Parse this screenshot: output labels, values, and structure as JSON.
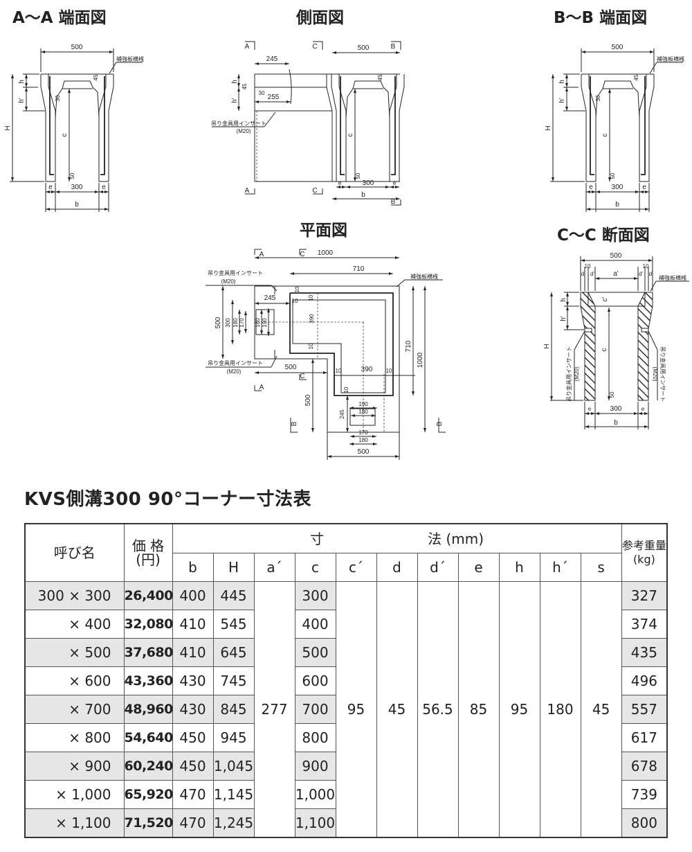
{
  "drawings": {
    "aa": {
      "title": "A～A 端面図",
      "labels": [
        "500",
        "補強板横桟",
        "h",
        "h'",
        "H",
        "c",
        "45",
        "30",
        "50",
        "e",
        "300",
        "e",
        "b"
      ]
    },
    "bb": {
      "title": "B～B 端面図",
      "labels": [
        "500",
        "補強板横桟",
        "h",
        "h'",
        "H",
        "c",
        "45",
        "30",
        "50",
        "e",
        "300",
        "e",
        "b"
      ]
    },
    "side": {
      "title": "側面図",
      "labels": [
        "A",
        "C",
        "B",
        "500",
        "245",
        "h",
        "45",
        "30",
        "255",
        "h'",
        "吊り金具用インサート",
        "(M20)",
        "c",
        "45",
        "50",
        "e",
        "300",
        "e",
        "b",
        "A",
        "C",
        "B"
      ]
    },
    "plan": {
      "title": "平面図",
      "labels": [
        "A",
        "C",
        "1000",
        "710",
        "補強板横桟",
        "吊り金具用インサート",
        "(M20)",
        "10",
        "10",
        "10",
        "245",
        "500",
        "300",
        "180",
        "170",
        "180",
        "190",
        "390",
        "10",
        "710",
        "1000",
        "吊り金具用インサート",
        "(M20)",
        "500",
        "10",
        "390",
        "10",
        "C",
        "A",
        "500",
        "10",
        "190",
        "180",
        "245",
        "B",
        "B",
        "170",
        "180",
        "500"
      ]
    },
    "cc": {
      "title": "C～C 断面図",
      "labels": [
        "500",
        "10",
        "10",
        "d",
        "d'",
        "a'",
        "d'",
        "d",
        "補強板横桟",
        "h",
        "c'",
        "h'",
        "H",
        "c",
        "吊り金具用インサート",
        "(M20)",
        "吊り金具用インサート",
        "(M20)",
        "50",
        "e",
        "300",
        "e",
        "b"
      ]
    }
  },
  "table": {
    "title": "KVS側溝300  90°コーナー寸法表",
    "headers": {
      "name": "呼び名",
      "price_1": "価 格",
      "price_2": "(円)",
      "dim_1": "寸",
      "dim_2": "法 (mm)",
      "weight_1": "参考重量",
      "weight_2": "(kg)",
      "cols": [
        "b",
        "H",
        "a´",
        "c",
        "c´",
        "d",
        "d´",
        "e",
        "h",
        "h´",
        "s"
      ]
    },
    "merged": {
      "a_prime": "277",
      "c_prime": "95",
      "d": "45",
      "d_prime": "56.5",
      "e": "85",
      "h": "95",
      "h_prime": "180",
      "s": "45"
    },
    "rows": [
      {
        "name": "300 × 300",
        "price": "26,400",
        "b": "400",
        "H": "445",
        "c": "300",
        "weight": "327"
      },
      {
        "name": "× 400",
        "price": "32,080",
        "b": "410",
        "H": "545",
        "c": "400",
        "weight": "374"
      },
      {
        "name": "× 500",
        "price": "37,680",
        "b": "410",
        "H": "645",
        "c": "500",
        "weight": "435"
      },
      {
        "name": "× 600",
        "price": "43,360",
        "b": "430",
        "H": "745",
        "c": "600",
        "weight": "496"
      },
      {
        "name": "× 700",
        "price": "48,960",
        "b": "430",
        "H": "845",
        "c": "700",
        "weight": "557"
      },
      {
        "name": "× 800",
        "price": "54,640",
        "b": "450",
        "H": "945",
        "c": "800",
        "weight": "617"
      },
      {
        "name": "× 900",
        "price": "60,240",
        "b": "450",
        "H": "1,045",
        "c": "900",
        "weight": "678"
      },
      {
        "name": "× 1,000",
        "price": "65,920",
        "b": "470",
        "H": "1,145",
        "c": "1,000",
        "weight": "739"
      },
      {
        "name": "× 1,100",
        "price": "71,520",
        "b": "470",
        "H": "1,245",
        "c": "1,100",
        "weight": "800"
      }
    ]
  }
}
